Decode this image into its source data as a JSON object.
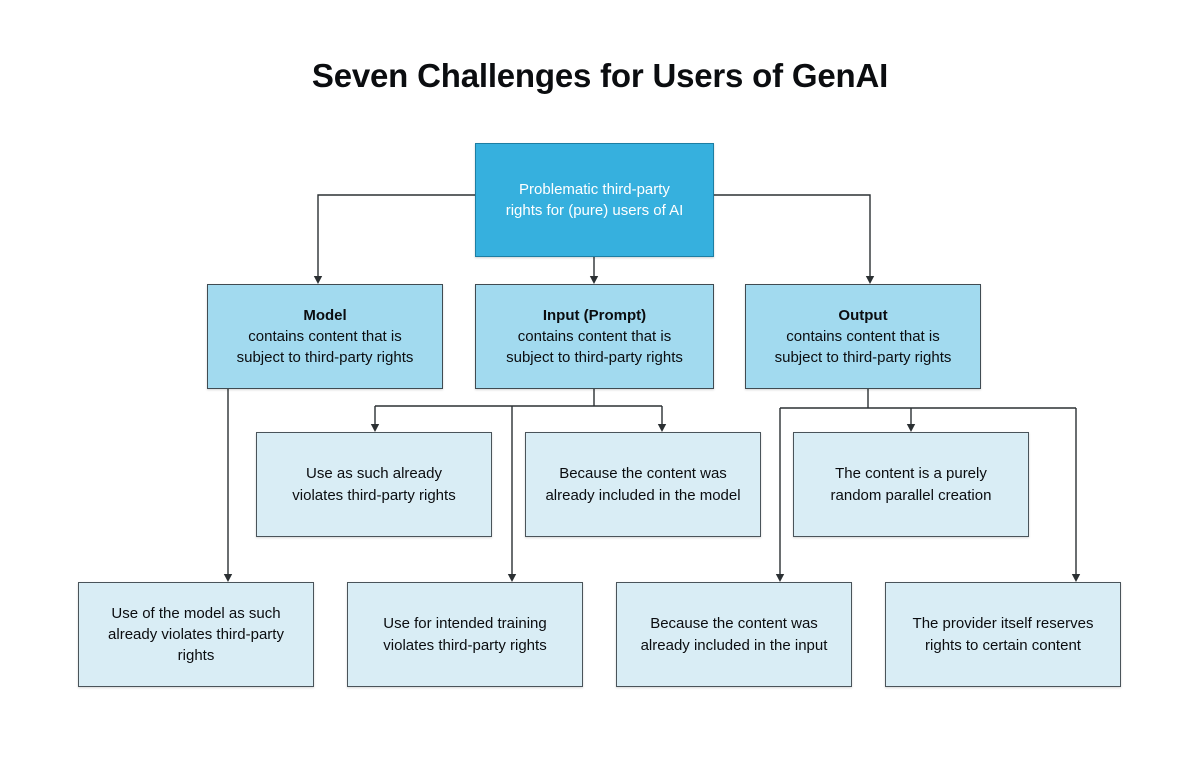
{
  "page": {
    "title": "Seven Challenges for Users of GenAI",
    "background_color": "#ffffff"
  },
  "colors": {
    "root_fill": "#36b0de",
    "root_text": "#ffffff",
    "level_two_fill": "#a2daef",
    "level_three_fill": "#d9edf5",
    "border": "#3c4347",
    "connector": "#2b3033",
    "text": "#0b0d10"
  },
  "diagram": {
    "type": "tree",
    "root": {
      "id": "root",
      "name": "problematic-third-party-rights",
      "lines": [
        "Problematic third-party",
        "rights for (pure) users of AI"
      ]
    },
    "categories": [
      {
        "id": "model",
        "name": "model",
        "title": "Model",
        "lines": [
          "contains content that is",
          "subject to third-party rights"
        ]
      },
      {
        "id": "input",
        "name": "input-prompt",
        "title": "Input (Prompt)",
        "lines": [
          "contains content that is",
          "subject to third-party rights"
        ]
      },
      {
        "id": "output",
        "name": "output",
        "title": "Output",
        "lines": [
          "contains content that is",
          "subject to third-party rights"
        ]
      }
    ],
    "challenges_mid": [
      {
        "id": "c1",
        "name": "use-as-such-violates",
        "parent": "input",
        "lines": [
          "Use as such already",
          "violates third-party rights"
        ]
      },
      {
        "id": "c2",
        "name": "content-already-in-model",
        "parent": "output",
        "lines": [
          "Because the content was",
          "already included in the model"
        ]
      },
      {
        "id": "c3",
        "name": "random-parallel-creation",
        "parent": "output",
        "lines": [
          "The content is a purely",
          "random parallel creation"
        ]
      }
    ],
    "challenges_bottom": [
      {
        "id": "c4",
        "name": "use-of-model-violates",
        "parent": "model",
        "lines": [
          "Use of the model as such",
          "already violates third-party",
          "rights"
        ]
      },
      {
        "id": "c5",
        "name": "intended-training-violates",
        "parent": "input",
        "lines": [
          "Use for intended training",
          "violates third-party rights"
        ]
      },
      {
        "id": "c6",
        "name": "content-already-in-input",
        "parent": "output",
        "lines": [
          "Because the content was",
          "already included in the input"
        ]
      },
      {
        "id": "c7",
        "name": "provider-reserves-rights",
        "parent": "output",
        "lines": [
          "The provider itself reserves",
          "rights to certain content"
        ]
      }
    ]
  }
}
